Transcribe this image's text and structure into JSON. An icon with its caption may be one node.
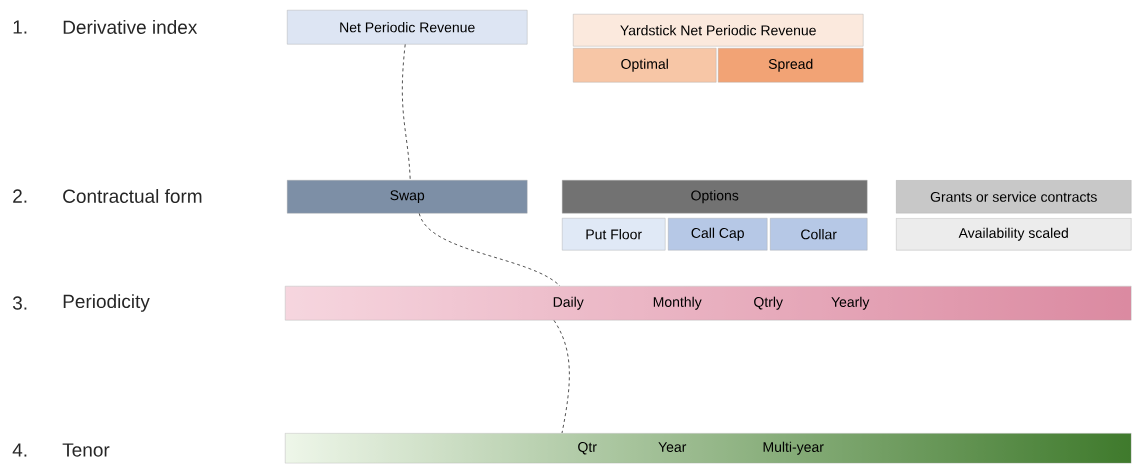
{
  "diagram": {
    "nodes": [
      {
        "text": [
          "Net Periodic Revenue"
        ]
      },
      {
        "text": [
          "Yardstick Net Periodic Revenue"
        ]
      },
      {
        "text": [
          "Optimal"
        ]
      },
      {
        "text": [
          "Spread"
        ]
      },
      {
        "text": [
          "Swap"
        ]
      },
      {
        "text": [
          "Options"
        ]
      },
      {
        "text": [
          "Put Floor"
        ]
      },
      {
        "text": [
          "Call Cap"
        ]
      },
      {
        "text": [
          "Collar"
        ]
      },
      {
        "text": [
          "Grants or service contracts"
        ]
      },
      {
        "text": [
          "Availability scaled"
        ]
      },
      {
        "text": [
          "Daily",
          "Monthly",
          "Qtrly",
          "Yearly"
        ]
      },
      {
        "text": [
          "Qtr",
          "Year",
          "Multi-year"
        ]
      }
    ],
    "edges": [
      {
        "from": 0,
        "to": 4,
        "arrow": "none",
        "style": "dashed"
      },
      {
        "from": 4,
        "to": 11,
        "arrow": "none",
        "style": "dashed"
      },
      {
        "from": 11,
        "to": 12,
        "arrow": "none",
        "style": "dashed"
      }
    ],
    "labels": [
      "1.",
      "Derivative index",
      "2.",
      "Contractual form",
      "3.",
      "Periodicity",
      "4.",
      "Tenor"
    ]
  }
}
